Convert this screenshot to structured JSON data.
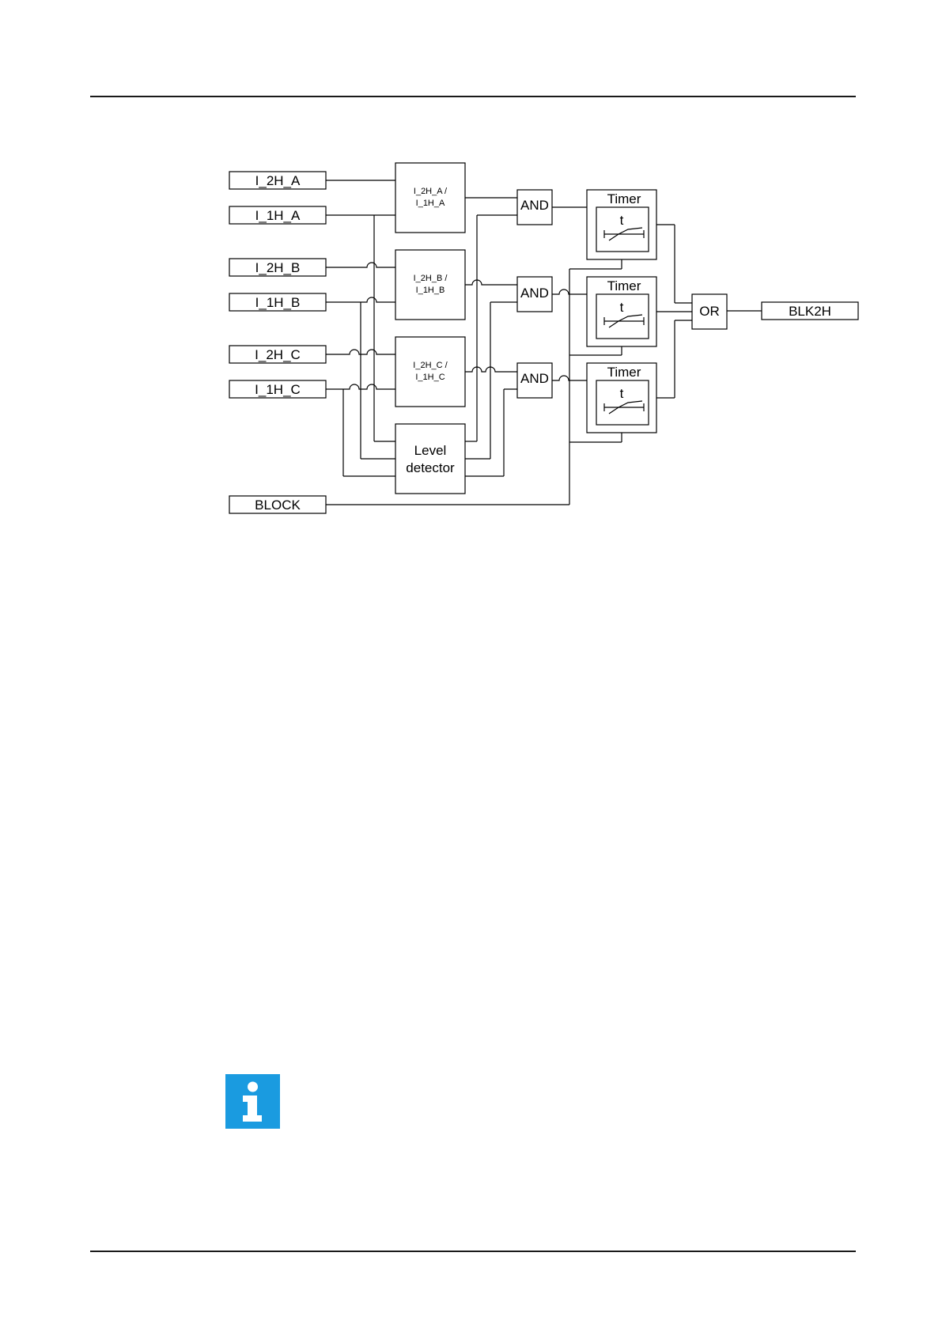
{
  "diagram": {
    "inputs": [
      "I_2H_A",
      "I_1H_A",
      "I_2H_B",
      "I_1H_B",
      "I_2H_C",
      "I_1H_C",
      "BLOCK"
    ],
    "ratio_blocks": [
      {
        "line1": "I_2H_A /",
        "line2": "I_1H_A"
      },
      {
        "line1": "I_2H_B /",
        "line2": "I_1H_B"
      },
      {
        "line1": "I_2H_C /",
        "line2": "I_1H_C"
      }
    ],
    "level_detector": {
      "line1": "Level",
      "line2": "detector"
    },
    "and_label": "AND",
    "timer_label": "Timer",
    "timer_symbol": "t",
    "or_label": "OR",
    "output": "BLK2H"
  },
  "info_icon": {
    "name": "info-icon",
    "color": "#1a9be0"
  }
}
